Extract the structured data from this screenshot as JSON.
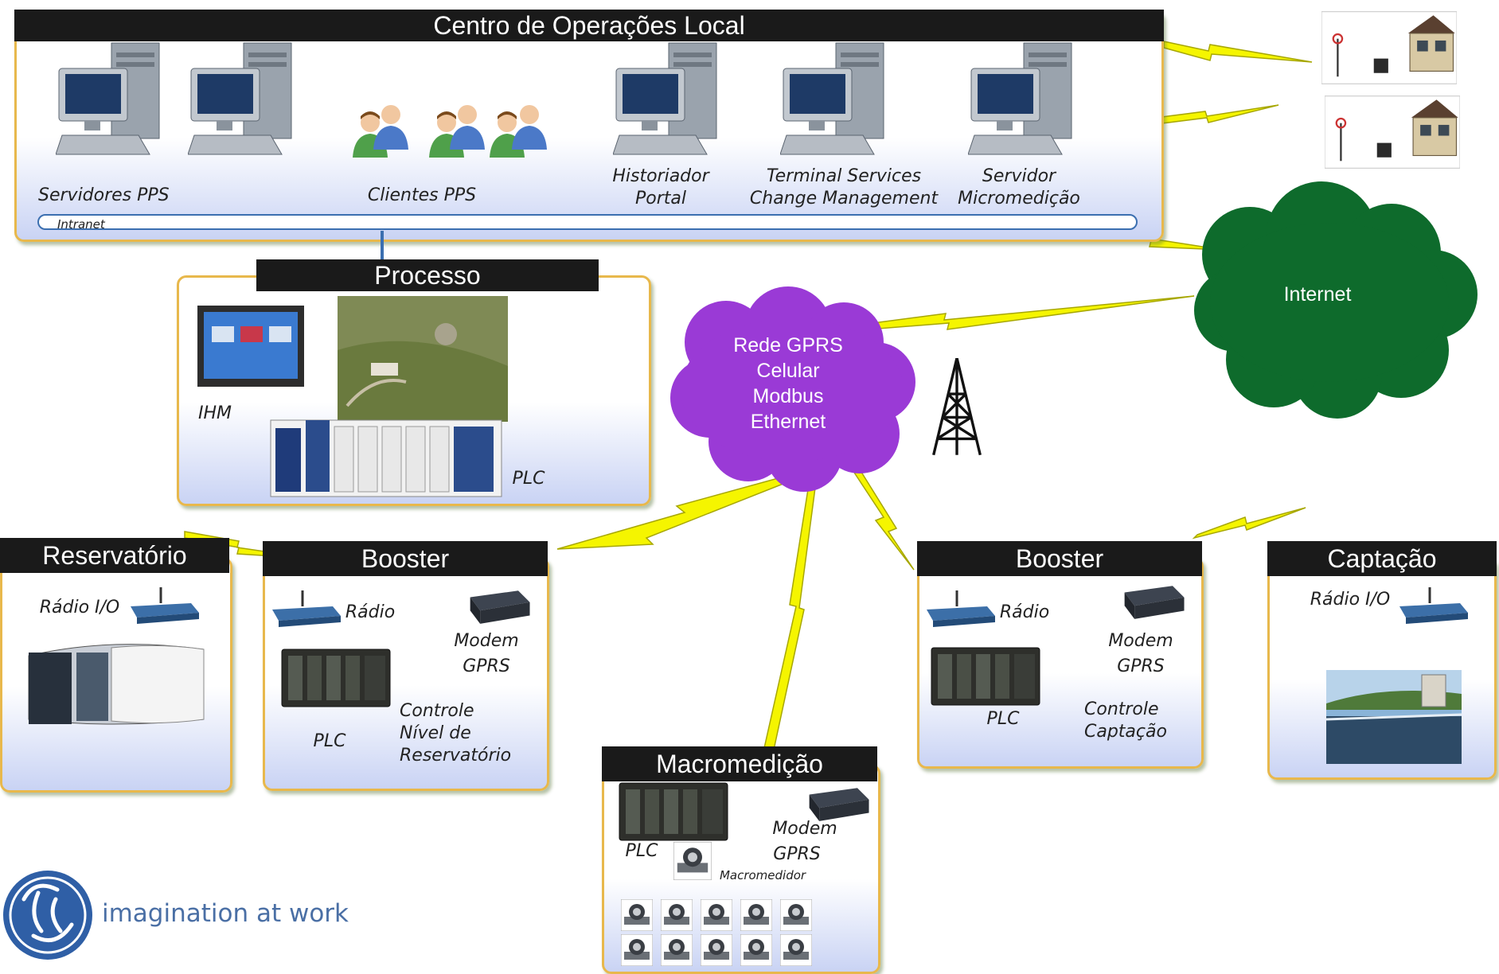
{
  "centro": {
    "title": "Centro de Operações Local",
    "servidores": "Servidores PPS",
    "clientes": "Clientes PPS",
    "historiador_1": "Historiador",
    "historiador_2": "Portal",
    "terminal_1": "Terminal Services",
    "terminal_2": "Change Management",
    "servidor_1": "Servidor",
    "servidor_2": "Micromedição",
    "intranet": "Intranet"
  },
  "processo": {
    "title": "Processo",
    "ihm": "IHM",
    "plc": "PLC"
  },
  "gprs": {
    "line1": "Rede GPRS",
    "line2": "Celular",
    "line3": "Modbus",
    "line4": "Ethernet"
  },
  "internet": "Internet",
  "reservatorio": {
    "title": "Reservatório",
    "radio": "Rádio I/O"
  },
  "booster1": {
    "title": "Booster",
    "radio": "Rádio",
    "modem_1": "Modem",
    "modem_2": "GPRS",
    "plc": "PLC",
    "ctrl_1": "Controle",
    "ctrl_2": "Nível de",
    "ctrl_3": "Reservatório"
  },
  "booster2": {
    "title": "Booster",
    "radio": "Rádio",
    "modem_1": "Modem",
    "modem_2": "GPRS",
    "plc": "PLC",
    "ctrl_1": "Controle",
    "ctrl_2": "Captação"
  },
  "captacao": {
    "title": "Captação",
    "radio": "Rádio I/O"
  },
  "macro": {
    "title": "Macromedição",
    "plc": "PLC",
    "modem_1": "Modem",
    "modem_2": "GPRS",
    "medidor": "Macromedidor"
  },
  "brand": {
    "logo_text": "GE",
    "tagline": "imagination at work"
  },
  "colors": {
    "title_bar": "#1a1a1a",
    "panel_border": "#e8b84c",
    "lightning": "#f5f500",
    "gprs_cloud": "#9a3ad6",
    "internet_cloud": "#0e6b2c",
    "ge_blue": "#2f5fa6"
  }
}
